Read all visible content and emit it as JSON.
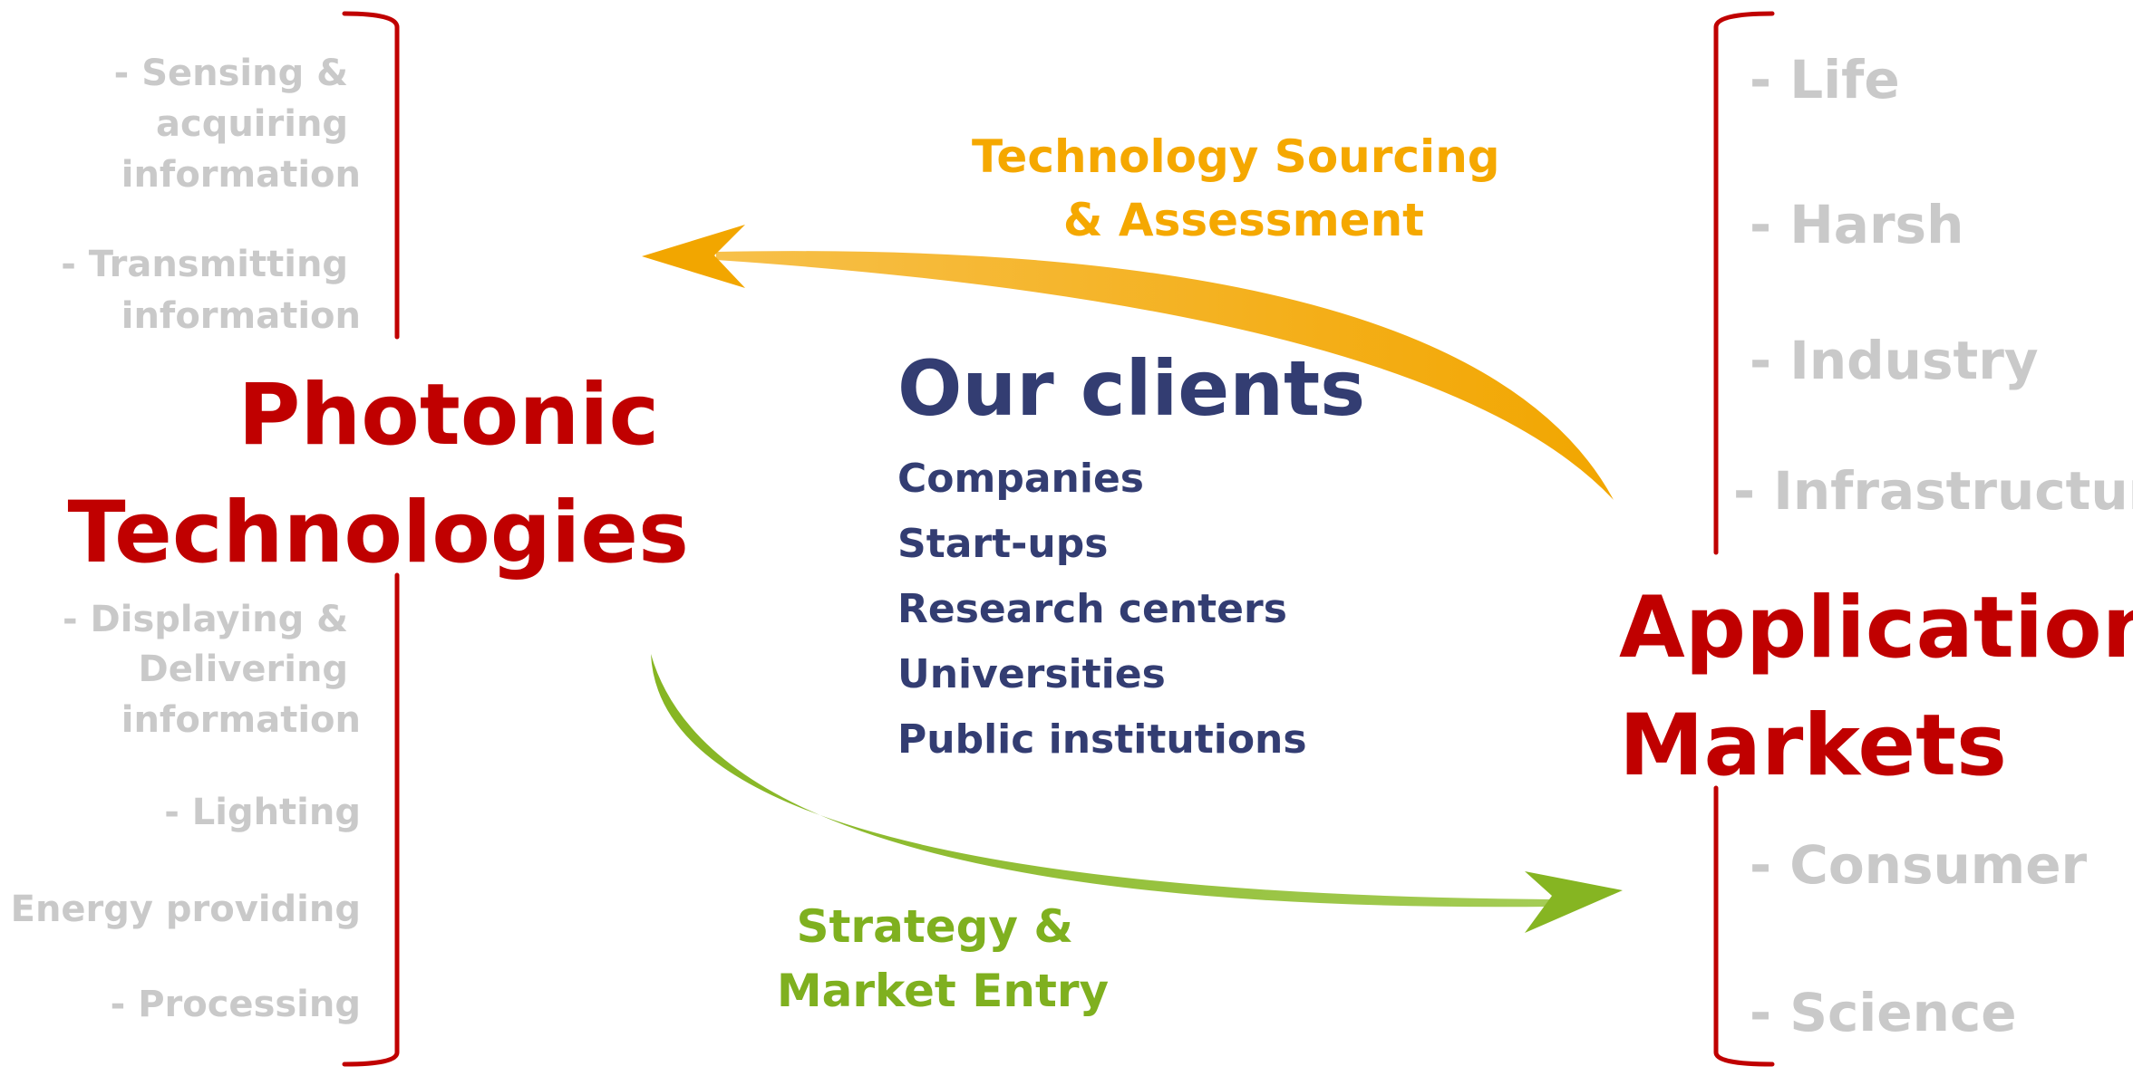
{
  "left": {
    "title_lines": [
      "Photonic",
      "Technologies"
    ],
    "top_items": [
      [
        "- Sensing &",
        "acquiring",
        "information"
      ],
      [
        "- Transmitting",
        "information"
      ]
    ],
    "bottom_items": [
      [
        "- Displaying &",
        "Delivering",
        "information"
      ],
      [
        "- Lighting"
      ],
      [
        "- Energy providing"
      ],
      [
        "- Processing"
      ]
    ]
  },
  "right": {
    "title_lines": [
      "Application",
      "Markets"
    ],
    "top_items": [
      "- Life",
      "- Harsh",
      "- Industry",
      "- Infrastructure"
    ],
    "bottom_items": [
      "- Consumer",
      "- Science"
    ]
  },
  "center": {
    "title": "Our clients",
    "items": [
      "Companies",
      "Start-ups",
      "Research centers",
      "Universities",
      "Public institutions"
    ]
  },
  "flows": {
    "top": {
      "lines": [
        "Technology Sourcing",
        "& Assessment"
      ],
      "color": "#f5a800"
    },
    "bottom": {
      "lines": [
        "Strategy &",
        "Market Entry"
      ],
      "color": "#7fb01f"
    }
  },
  "colors": {
    "title": "#c00000",
    "bracket": "#c00000",
    "muted": "#c9c9c9",
    "clients": "#333d72"
  }
}
